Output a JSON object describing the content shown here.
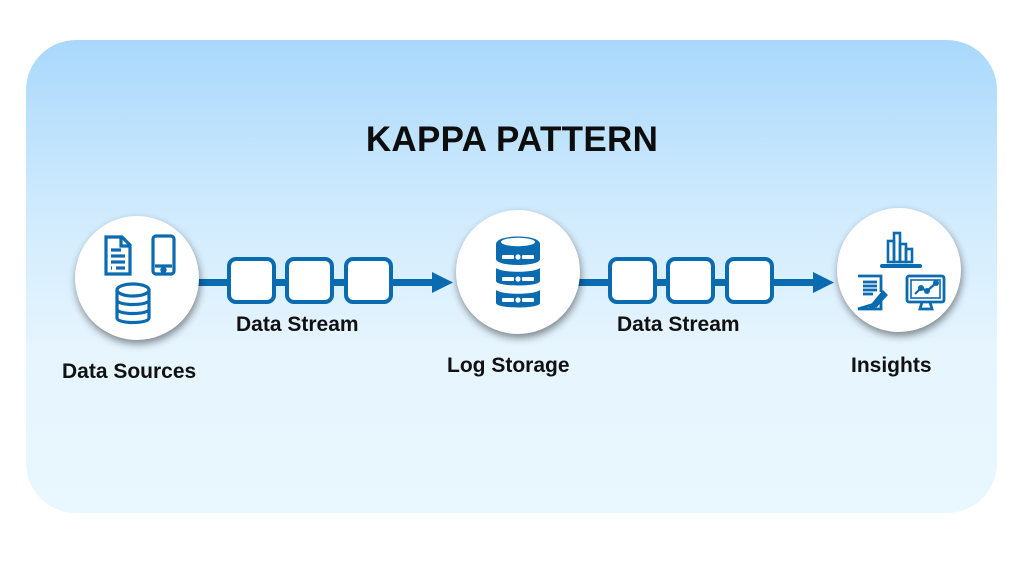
{
  "title": "KAPPA PATTERN",
  "colors": {
    "accent": "#0B6BB0",
    "panel_top": "#A9D8FC",
    "panel_bottom": "#E9F7FE",
    "node_fill": "#FFFFFF",
    "text": "#111111"
  },
  "nodes": [
    {
      "id": "data-sources",
      "label": "Data Sources",
      "icons": [
        "document-icon",
        "smartphone-icon",
        "database-icon"
      ]
    },
    {
      "id": "log-storage",
      "label": "Log Storage",
      "icons": [
        "server-database-icon"
      ]
    },
    {
      "id": "insights",
      "label": "Insights",
      "icons": [
        "bar-chart-icon",
        "report-edit-icon",
        "monitor-line-chart-icon"
      ]
    }
  ],
  "streams": [
    {
      "from": "data-sources",
      "to": "log-storage",
      "label": "Data Stream",
      "blocks": 3
    },
    {
      "from": "log-storage",
      "to": "insights",
      "label": "Data Stream",
      "blocks": 3
    }
  ]
}
